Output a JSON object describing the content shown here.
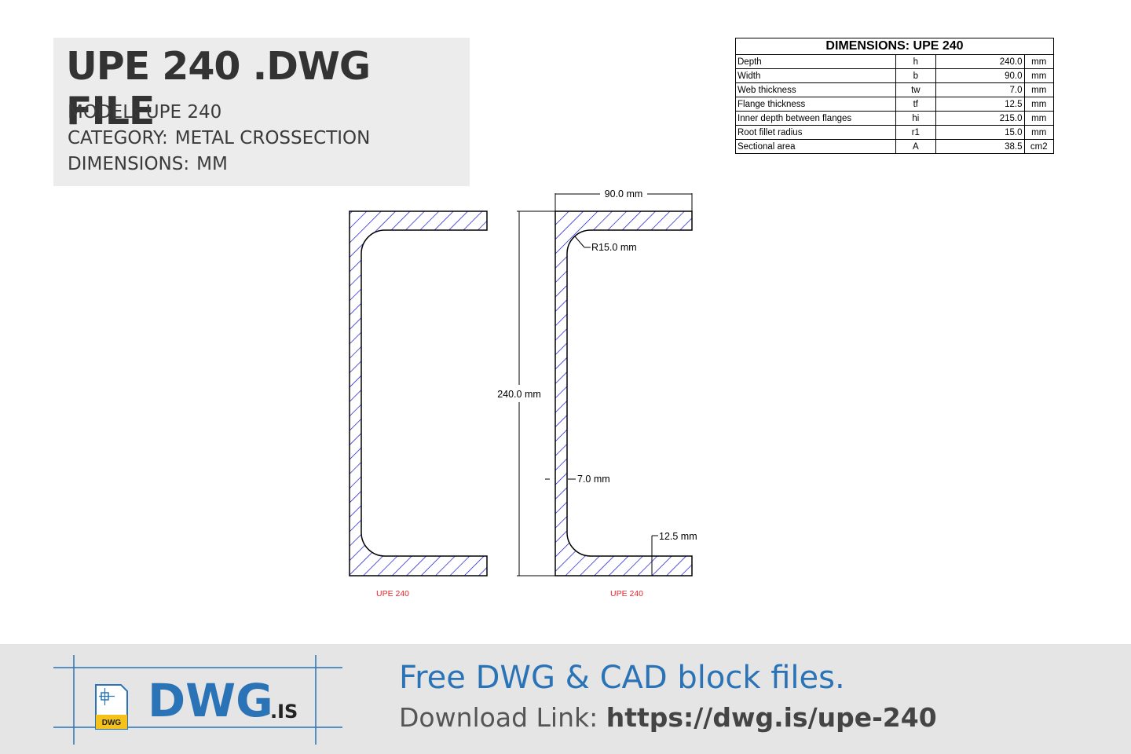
{
  "header": {
    "title": "UPE 240 .DWG FILE",
    "model_label": "MODEL:",
    "model_value": "UPE 240",
    "category_label": "CATEGORY:",
    "category_value": "METAL CROSSECTION",
    "dimensions_label": "DIMENSIONS:",
    "dimensions_value": "MM"
  },
  "table": {
    "title": "DIMENSIONS: UPE 240",
    "rows": [
      {
        "label": "Depth",
        "symbol": "h",
        "value": "240.0",
        "unit": "mm"
      },
      {
        "label": "Width",
        "symbol": "b",
        "value": "90.0",
        "unit": "mm"
      },
      {
        "label": "Web thickness",
        "symbol": "tw",
        "value": "7.0",
        "unit": "mm"
      },
      {
        "label": "Flange thickness",
        "symbol": "tf",
        "value": "12.5",
        "unit": "mm"
      },
      {
        "label": "Inner depth between flanges",
        "symbol": "hi",
        "value": "215.0",
        "unit": "mm"
      },
      {
        "label": "Root fillet radius",
        "symbol": "r1",
        "value": "15.0",
        "unit": "mm"
      },
      {
        "label": "Sectional area",
        "symbol": "A",
        "value": "38.5",
        "unit": "cm2"
      }
    ]
  },
  "drawing": {
    "dim_width": "90.0 mm",
    "dim_radius": "R15.0 mm",
    "dim_depth": "240.0 mm",
    "dim_web": "7.0 mm",
    "dim_flange": "12.5 mm",
    "caption_left": "UPE 240",
    "caption_right": "UPE 240",
    "hatch_color": "#0000cc",
    "caption_color": "#e8242b"
  },
  "footer": {
    "logo_text": "DWG",
    "logo_suffix": ".IS",
    "logo_badge": "DWG",
    "tagline": "Free DWG & CAD block files.",
    "download_label": "Download Link:",
    "download_url": "https://dwg.is/upe-240",
    "brand_color": "#2a73b6"
  }
}
